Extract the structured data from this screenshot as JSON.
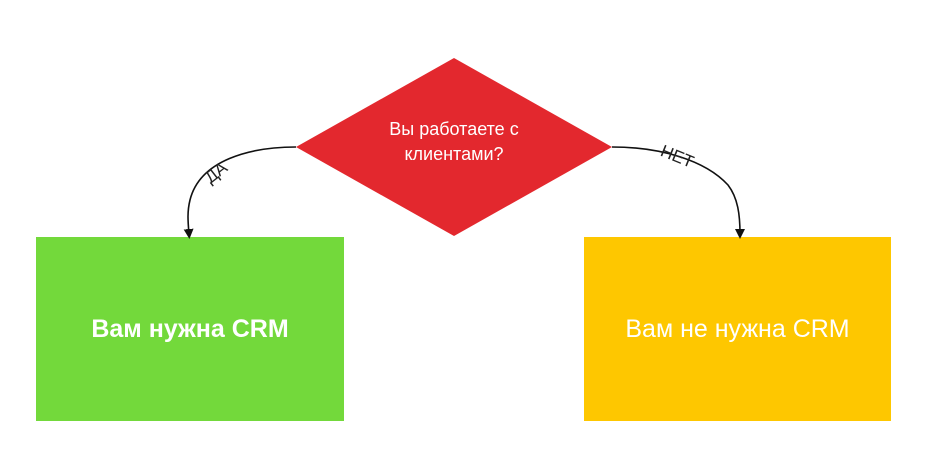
{
  "decision": {
    "question_line1": "Вы работаете с",
    "question_line2": "клиентами?",
    "color": "#e3282e"
  },
  "branches": {
    "yes": {
      "edge_label": "ДА",
      "outcome": "Вам нужна CRM",
      "color": "#73d93b"
    },
    "no": {
      "edge_label": "НЕТ",
      "outcome": "Вам не нужна CRM",
      "color": "#fec700"
    }
  }
}
